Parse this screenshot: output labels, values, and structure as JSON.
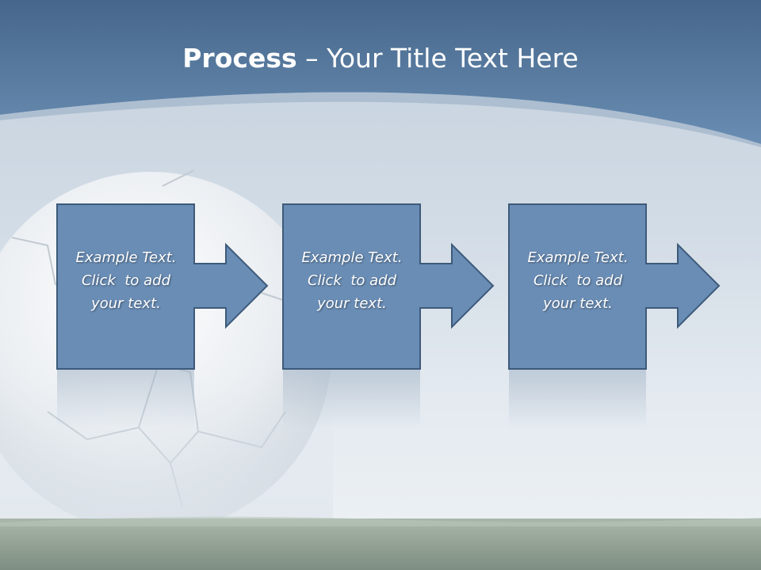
{
  "slide": {
    "title_bold": "Process",
    "title_rest": " – Your Title Text Here"
  },
  "colors": {
    "header_top": "#4a6c90",
    "header_bottom": "#6a8db3",
    "box_fill": "#6a8db5",
    "box_stroke": "#3d5a7a",
    "text": "#ffffff"
  },
  "steps": [
    {
      "line1": "Example Text.",
      "line2": "Click  to add",
      "line3": "your text."
    },
    {
      "line1": "Example Text.",
      "line2": "Click  to add",
      "line3": "your text."
    },
    {
      "line1": "Example Text.",
      "line2": "Click  to add",
      "line3": "your text."
    }
  ]
}
